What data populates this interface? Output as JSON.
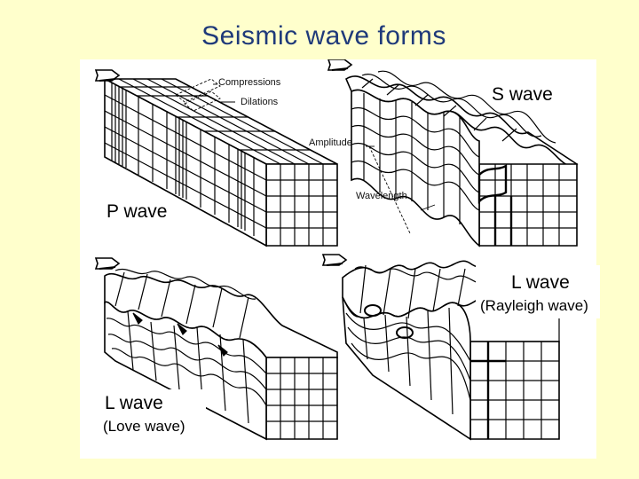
{
  "title": "Seismic wave forms",
  "panels": {
    "p_wave": {
      "label": "P wave",
      "annotations": {
        "compressions": "Compressions",
        "dilations": "Dilations"
      }
    },
    "s_wave": {
      "label": "S wave",
      "annotations": {
        "amplitude": "Amplitude",
        "wavelength": "Wavelength"
      }
    },
    "love_wave": {
      "label": "L wave",
      "sublabel": "(Love wave)"
    },
    "rayleigh_wave": {
      "label": "L wave",
      "sublabel": "(Rayleigh wave)"
    }
  },
  "colors": {
    "background": "#ffffcc",
    "title": "#1f3a7a",
    "ink": "#000000",
    "panel": "#ffffff"
  }
}
